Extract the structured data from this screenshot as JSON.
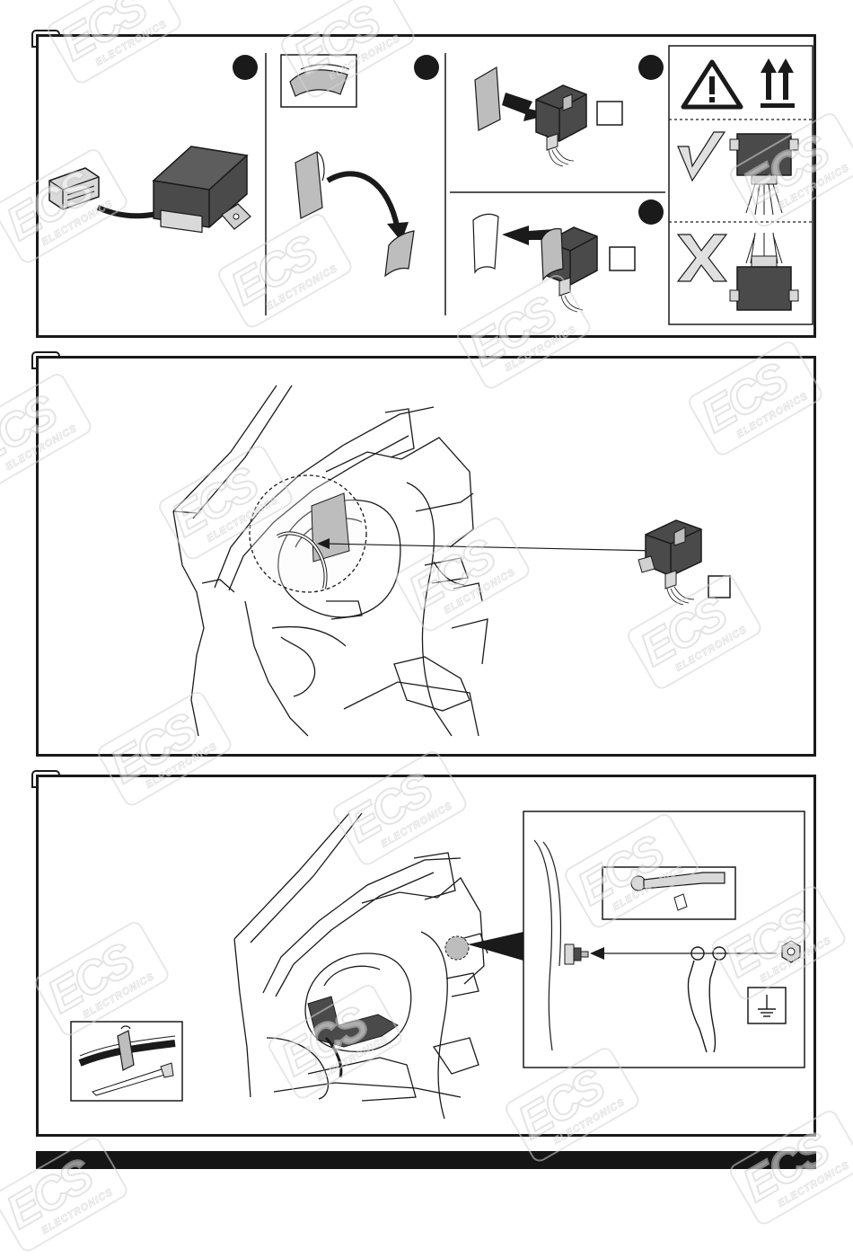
{
  "watermark": {
    "logo_text": "ECS",
    "sub_text": "ELECTRONICS"
  },
  "step1": {
    "badges": [
      "",
      "",
      "",
      ""
    ],
    "warning_icons": [
      "warning-triangle-icon",
      "this-side-up-arrows-icon"
    ],
    "correct_mark": "check-mark",
    "wrong_mark": "cross-mark"
  },
  "step2": {
    "module_label_box": ""
  },
  "step3": {
    "module_label_box": "",
    "ground_symbol": "ground-icon"
  },
  "colors": {
    "line": "#1a1a1a",
    "module_fill": "#4a4a4a",
    "gray_fill": "#bdbdbd",
    "badge": "#1a1a1a",
    "footer": "#151515"
  }
}
